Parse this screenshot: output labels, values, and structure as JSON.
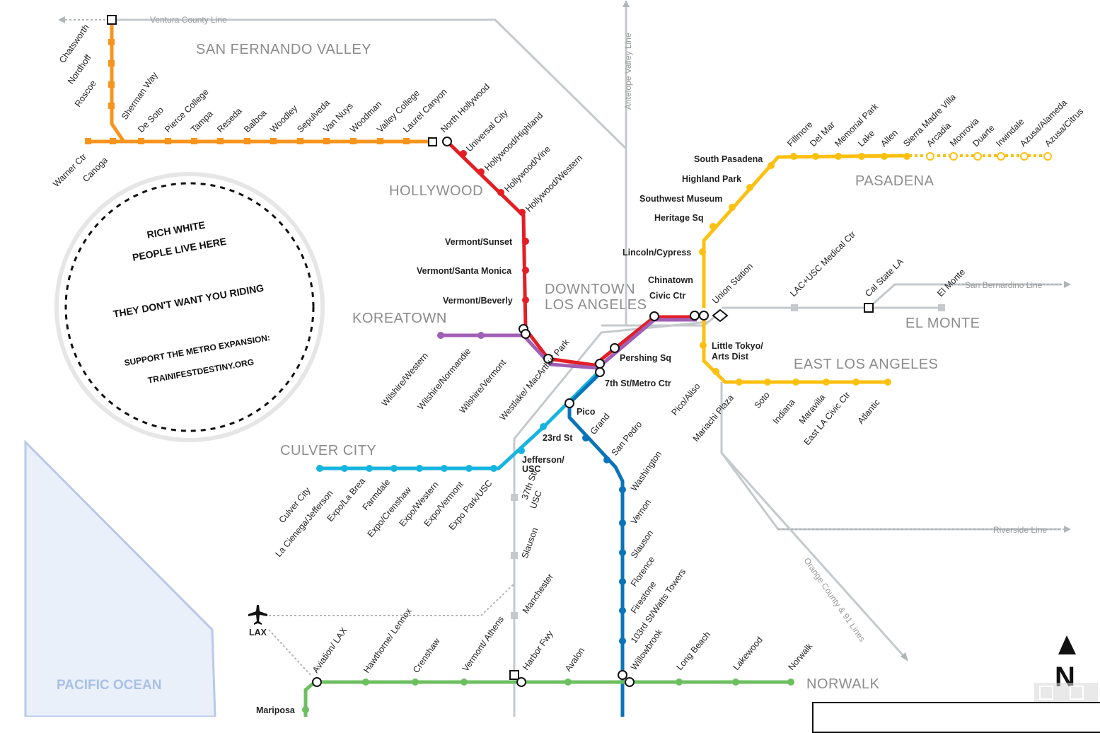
{
  "regions": {
    "sfv": "SAN FERNANDO VALLEY",
    "hollywood": "HOLLYWOOD",
    "koreatown": "KOREATOWN",
    "downtown1": "DOWNTOWN",
    "downtown2": "LOS ANGELES",
    "culver": "CULVER CITY",
    "pasadena": "PASADENA",
    "elmonte": "EL MONTE",
    "ela": "EAST LOS ANGELES",
    "norwalk": "NORWALK",
    "ocean": "PACIFIC OCEAN",
    "lax": "LAX"
  },
  "external_lines": {
    "ventura": "Ventura County Line",
    "antelope": "Antelope Valley Line",
    "sanbern": "San Bernardino Line",
    "riverside": "Riverside Line",
    "orange": "Orange County & 91 Lines"
  },
  "badge": {
    "line1": "RICH WHITE",
    "line2": "PEOPLE LIVE HERE",
    "line3": "THEY DON'T WANT YOU RIDING",
    "line4": "SUPPORT THE METRO EXPANSION:",
    "line5": "TRAINIFESTDESTINY.ORG"
  },
  "north_label": "N",
  "line_colors": {
    "orange": "#f7941d",
    "red": "#e31e24",
    "purple": "#a05eb5",
    "gold": "#fdc010",
    "expo": "#16b5df",
    "blue": "#0a74b9",
    "green": "#6cbf5f",
    "metrolink": "#c4c9cc"
  },
  "stations": {
    "orange": [
      "Chatsworth",
      "Nordhoff",
      "Roscoe",
      "Sherman Way",
      "Warner Ctr",
      "Canoga",
      "De Soto",
      "Pierce College",
      "Tampa",
      "Reseda",
      "Balboa",
      "Woodley",
      "Sepulveda",
      "Van Nuys",
      "Woodman",
      "Valley College",
      "Laurel Canyon",
      "North Hollywood"
    ],
    "red": [
      "Universal City",
      "Hollywood/Highland",
      "Hollywood/Vine",
      "Hollywood/Western",
      "Vermont/Sunset",
      "Vermont/Santa Monica",
      "Vermont/Beverly",
      "Wilshire/Vermont",
      "Westlake/ MacArthur Park",
      "Pershing Sq",
      "7th St/Metro Ctr",
      "Civic Ctr",
      "Union Station"
    ],
    "purple": [
      "Wilshire/Western",
      "Wilshire/Normandie"
    ],
    "gold": [
      "Chinatown",
      "Lincoln/Cypress",
      "Heritage Sq",
      "Southwest Museum",
      "Highland Park",
      "South Pasadena",
      "Fillmore",
      "Del Mar",
      "Memorial Park",
      "Lake",
      "Allen",
      "Sierra Madre Villa",
      "Arcadia",
      "Monrovia",
      "Duarte",
      "Irwindale",
      "Azusa/Alameda",
      "Azusa/Citrus",
      "Little Tokyo/",
      "Arts Dist",
      "Pico/Aliso",
      "Mariachi Plaza",
      "Soto",
      "Indiana",
      "Maravilla",
      "East LA Civic Ctr",
      "Atlantic"
    ],
    "expo": [
      "Culver City",
      "La Cienega/Jefferson",
      "Expo/La Brea",
      "Farmdale",
      "Expo/Crenshaw",
      "Expo/Western",
      "Expo/Vermont",
      "Expo Park/USC",
      "Jefferson/",
      "USC",
      "23rd St"
    ],
    "blue": [
      "Pico",
      "Grand",
      "San Pedro",
      "Washington",
      "Vernon",
      "Slauson",
      "Florence",
      "Firestone",
      "103rd St/Watts Towers",
      "Willowbrook"
    ],
    "silver": [
      "37th St/",
      "USC",
      "Slauson",
      "Manchester",
      "Harbor Fwy"
    ],
    "green": [
      "Mariposa",
      "Aviation/ LAX",
      "Hawthorne/ Lennox",
      "Crenshaw",
      "Vermont/ Athens",
      "Avalon",
      "Long Beach",
      "Lakewood",
      "Norwalk"
    ],
    "eastsilver": [
      "LAC+USC Medical Ctr",
      "Cal State LA",
      "El Monte"
    ]
  }
}
